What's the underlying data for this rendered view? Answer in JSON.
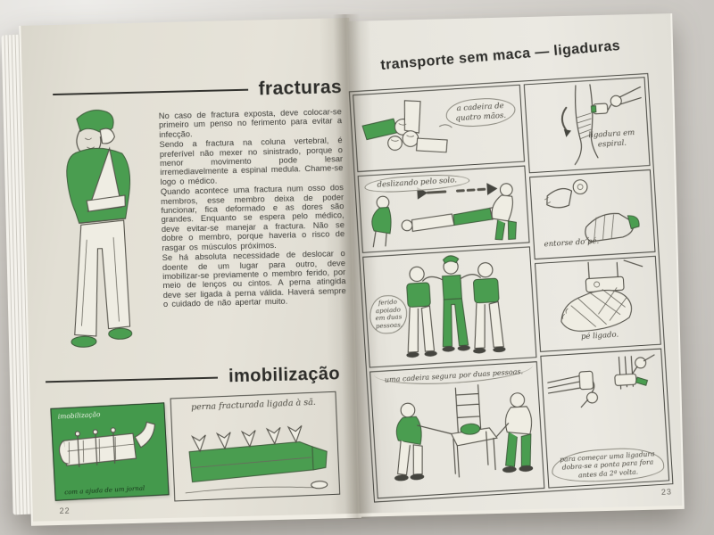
{
  "book": {
    "left_page": {
      "page_number": "22",
      "section_heading": "fracturas",
      "paragraphs": [
        "No caso de fractura exposta, deve colocar-se primeiro um penso no ferimento para evitar a infecção.",
        "Sendo a fractura na coluna vertebral, é preferível não mexer no sinistrado, porque o menor movimento pode lesar irremediavelmente a espinal medula. Chame-se logo o médico.",
        "Quando acontece uma fractura num osso dos membros, esse membro deixa de poder funcionar, fica deformado e as dores são grandes. Enquanto se espera pelo médico, deve evitar-se manejar a fractura. Não se dobre o membro, porque haveria o risco de rasgar os músculos próximos.",
        "Se há absoluta necessidade de deslocar o doente de um lugar para outro, deve imobilizar-se previamente o membro ferido, por meio de lenços ou cintos. A perna atingida deve ser ligada à perna válida. Haverá sempre o cuidado de não apertar muito."
      ],
      "subsection_heading": "imobilização",
      "splint_figure": {
        "caption_top": "imobilização",
        "caption_bottom": "com a ajuda de um jornal"
      },
      "legs_figure": {
        "caption": "perna fracturada ligada à sã."
      }
    },
    "right_page": {
      "page_number": "23",
      "page_heading": "transporte sem maca — ligaduras",
      "panels": [
        {
          "id": "four-hands-chair",
          "caption": "a cadeira de quatro mãos."
        },
        {
          "id": "sliding-on-ground",
          "caption": "deslizando pelo solo."
        },
        {
          "id": "supported-by-two",
          "caption": "ferido apoiado em duas pessoas."
        },
        {
          "id": "chair-two-people",
          "caption": "uma cadeira segura por duas pessoas."
        },
        {
          "id": "spiral-bandage",
          "caption": "ligadura em espiral."
        },
        {
          "id": "foot-sprain",
          "caption": "entorse do pé."
        },
        {
          "id": "foot-bandaged",
          "caption": "pé ligado."
        },
        {
          "id": "bandage-start",
          "caption": "para começar uma ligadura dobra-se a ponta para fora antes da 2ª volta."
        }
      ]
    },
    "colors": {
      "illustration_green": "#4a9d50",
      "page_left": "#e3e0d6",
      "page_right": "#eae8e1",
      "ink": "#3c3c38"
    }
  }
}
